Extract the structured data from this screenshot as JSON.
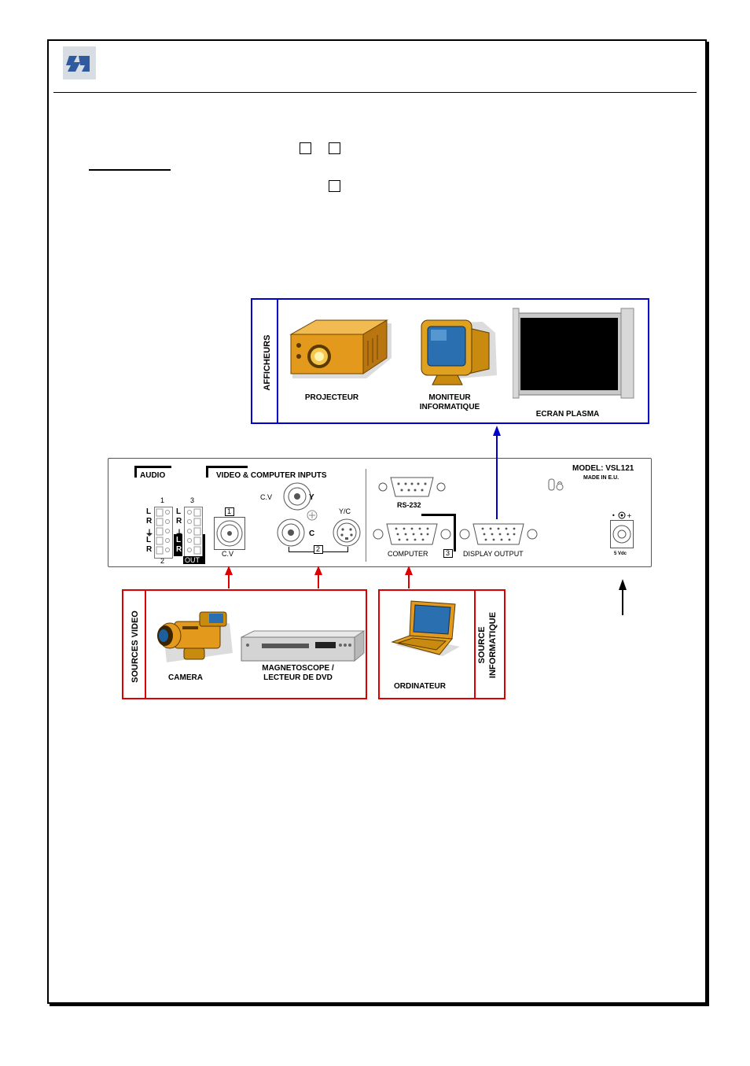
{
  "diagram": {
    "displays_group": {
      "title": "AFFICHEURS",
      "items": [
        {
          "label": "PROJECTEUR"
        },
        {
          "label": "MONITEUR\nINFORMATIQUE"
        },
        {
          "label": "ECRAN PLASMA"
        }
      ]
    },
    "panel": {
      "audio_label": "AUDIO",
      "audio_col_1": "1",
      "audio_col_3": "3",
      "audio_row_L1": "L",
      "audio_row_R1": "R",
      "audio_row_gnd1": "⏚",
      "audio_row_L2": "L",
      "audio_row_R2": "R",
      "audio_col_2": "2",
      "audio_row_L3": "L",
      "audio_row_R3": "R",
      "audio_row_gnd3": "⏚",
      "audio_out_L": "L",
      "audio_out_R": "R",
      "audio_out": "OUT",
      "video_label": "VIDEO & COMPUTER INPUTS",
      "num_1": "1",
      "cv1": "C.V",
      "cv2": "C.V",
      "y": "Y",
      "c": "C",
      "yc": "Y/C",
      "num_2": "2",
      "rs232": "RS-232",
      "computer": "COMPUTER",
      "num_3": "3",
      "display_output": "DISPLAY OUTPUT",
      "model": "MODEL: VSL121",
      "made_in": "MADE IN E.U.",
      "power_label": "5 Vdc"
    },
    "video_sources": {
      "title": "SOURCES VIDEO",
      "items": [
        {
          "label": "CAMERA"
        },
        {
          "label": "MAGNETOSCOPE /\nLECTEUR DE DVD"
        }
      ]
    },
    "computer_source": {
      "title": "SOURCE\nINFORMATIQUE",
      "items": [
        {
          "label": "ORDINATEUR"
        }
      ]
    },
    "colors": {
      "displays_border": "#0000cc",
      "sources_border": "#dd0000",
      "projector": "#e39a1c",
      "monitor_screen": "#2a6fb0"
    }
  }
}
